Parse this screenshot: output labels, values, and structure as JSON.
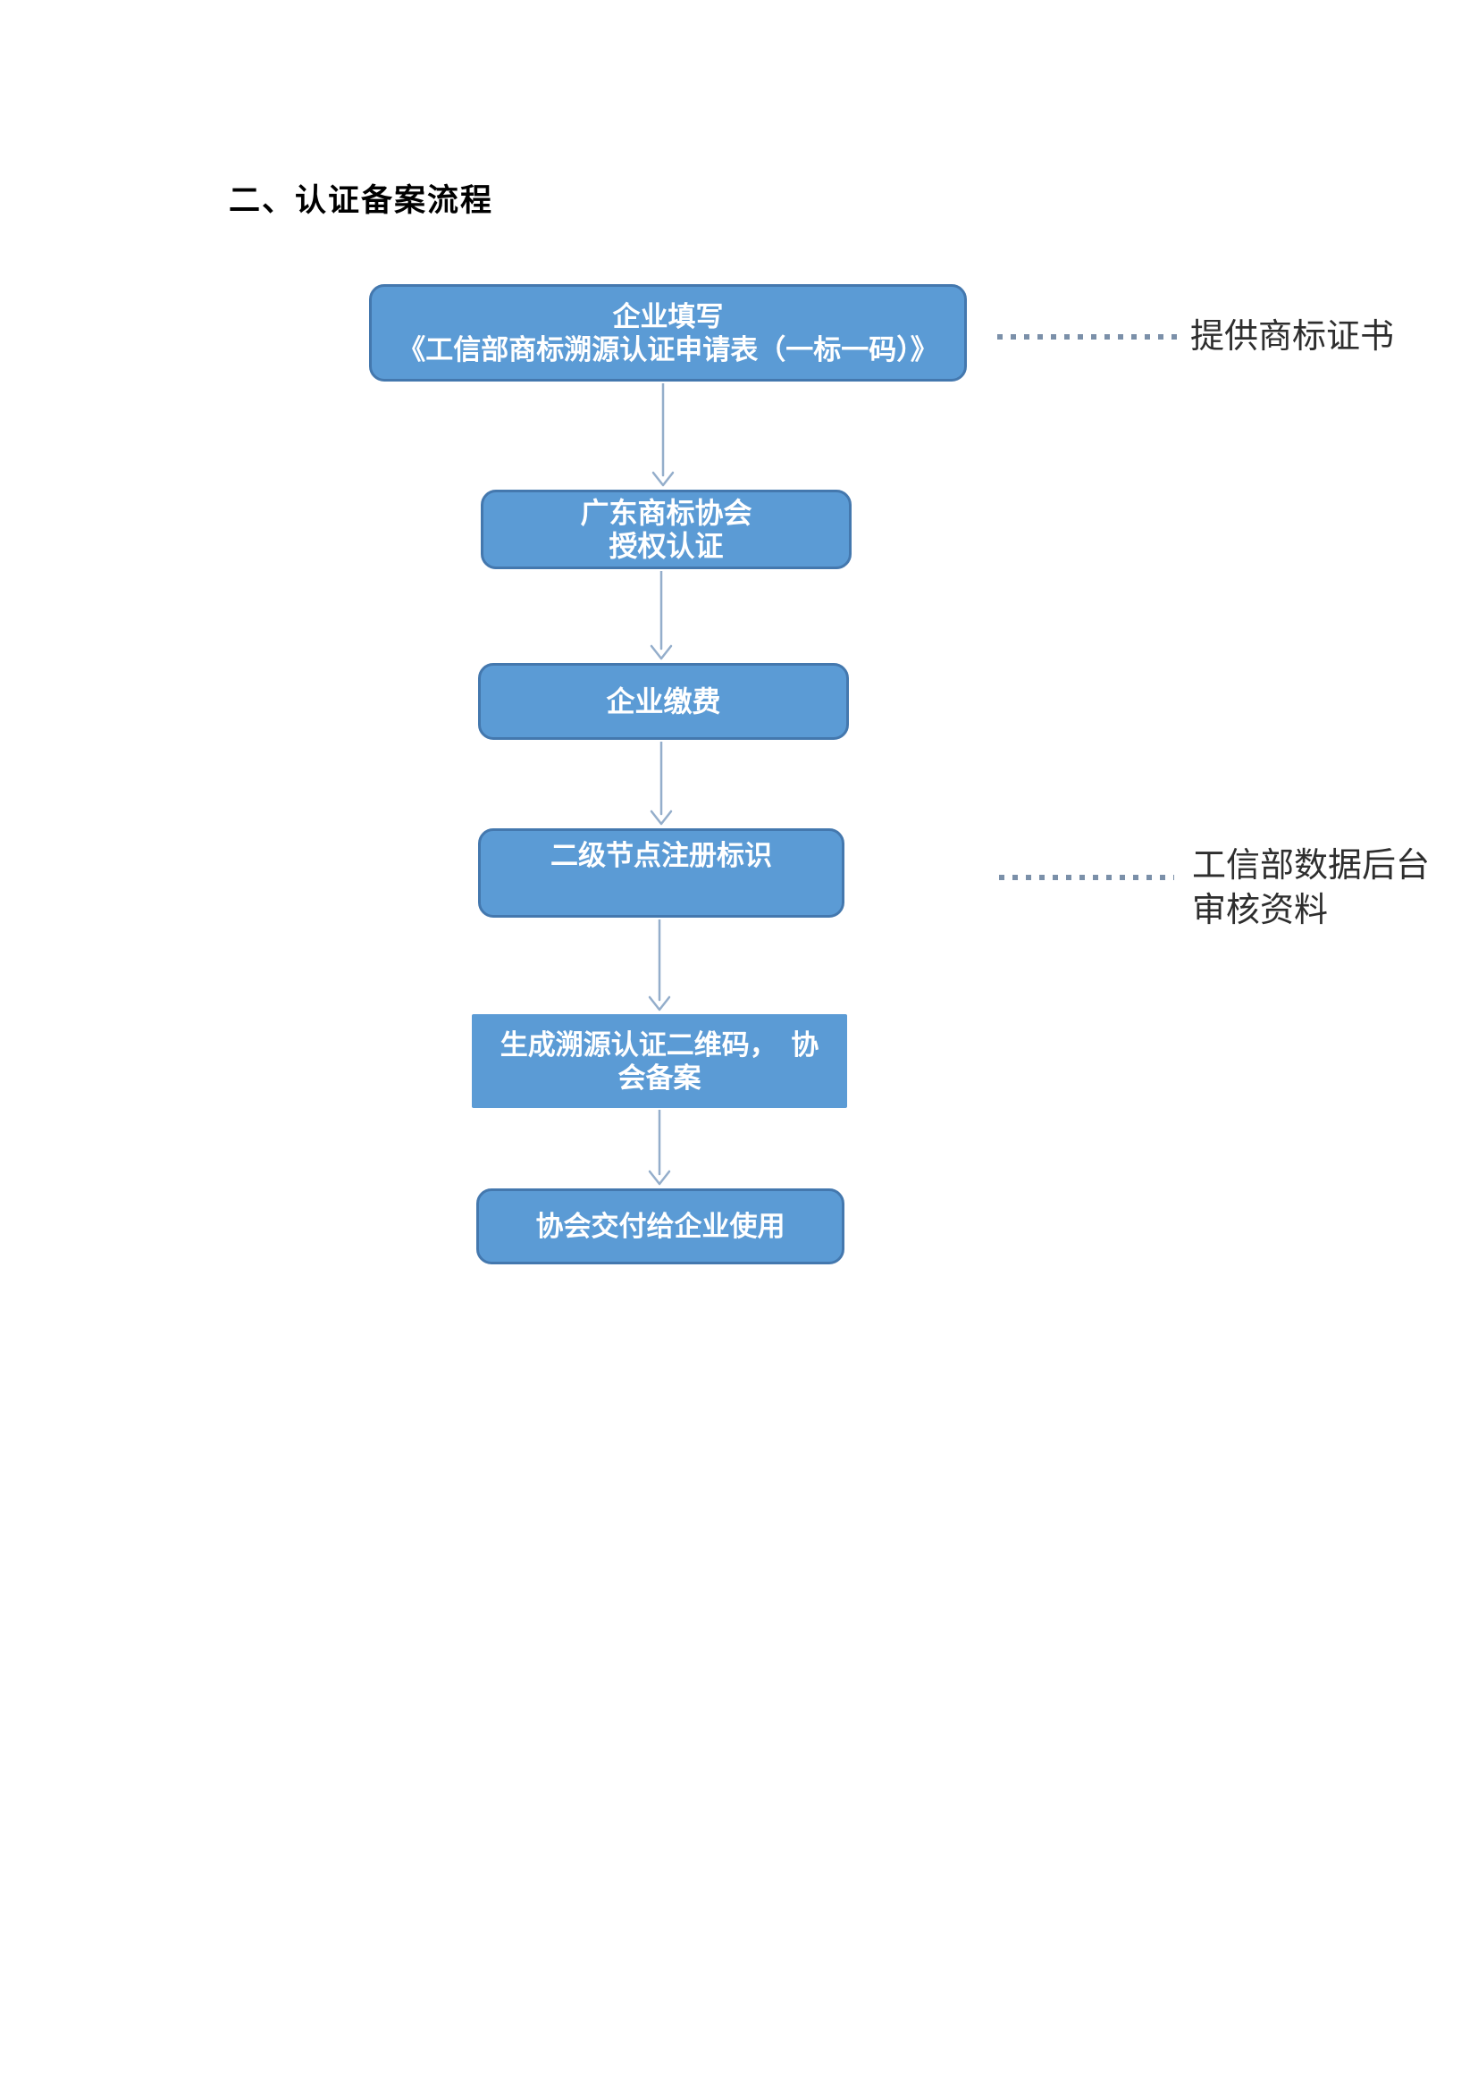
{
  "page": {
    "heading": "二、认证备案流程"
  },
  "colors": {
    "box_fill": "#5B9BD5",
    "box_border": "#4478AE",
    "arrow": "#94AECB",
    "dots": "#7B90A9",
    "annotation_text": "#2E2E2E",
    "heading_text": "#000000",
    "box_text": "#FFFFFF"
  },
  "flowchart": {
    "steps": [
      {
        "id": "step-1",
        "shape": "rounded",
        "lines": [
          "企业填写",
          "《工信部商标溯源认证申请表（一标一码）》"
        ]
      },
      {
        "id": "step-2",
        "shape": "rounded",
        "lines": [
          "广东商标协会",
          "授权认证"
        ]
      },
      {
        "id": "step-3",
        "shape": "rounded",
        "lines": [
          "企业缴费"
        ]
      },
      {
        "id": "step-4",
        "shape": "rounded",
        "lines": [
          "二级节点注册标识"
        ]
      },
      {
        "id": "step-5",
        "shape": "rectangle",
        "lines": [
          "生成溯源认证二维码，　协",
          "会备案"
        ]
      },
      {
        "id": "step-6",
        "shape": "rounded",
        "lines": [
          "协会交付给企业使用"
        ]
      }
    ],
    "annotations": [
      {
        "id": "annotation-1",
        "attached_to": "step-1",
        "lines": [
          "提供商标证书"
        ]
      },
      {
        "id": "annotation-2",
        "attached_to": "step-4",
        "lines": [
          "工信部数据后台",
          "审核资料"
        ]
      }
    ]
  }
}
